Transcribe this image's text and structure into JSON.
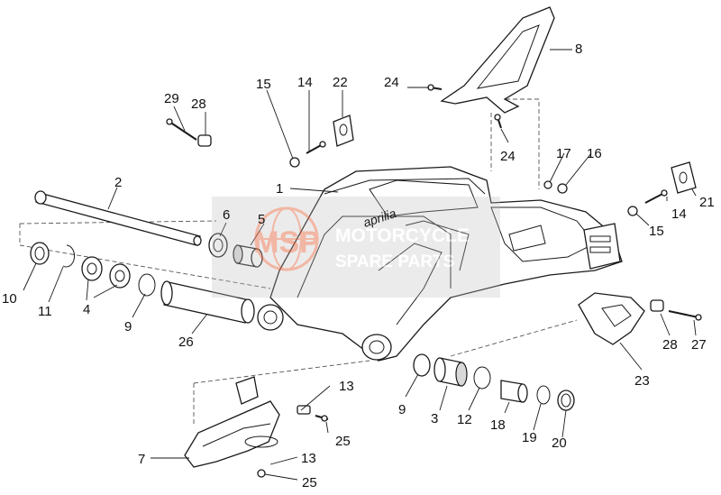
{
  "labels": {
    "l1": "1",
    "l2": "2",
    "l4": "4",
    "l5": "5",
    "l6": "6",
    "l7": "7",
    "l8": "8",
    "l9a": "9",
    "l9b": "9",
    "l10": "10",
    "l11": "11",
    "l12": "12",
    "l13a": "13",
    "l13b": "13",
    "l14a": "14",
    "l14b": "14",
    "l15a": "15",
    "l15b": "15",
    "l16": "16",
    "l17": "17",
    "l18": "18",
    "l19": "19",
    "l20": "20",
    "l21": "21",
    "l22": "22",
    "l23": "23",
    "l24a": "24",
    "l24b": "24",
    "l25a": "25",
    "l25b": "25",
    "l26": "26",
    "l27": "27",
    "l28a": "28",
    "l28b": "28",
    "l29": "29",
    "l3": "3"
  },
  "watermark": {
    "brand": "MSP",
    "line1": "MOTORCYCLE",
    "line2": "SPARE PARTS",
    "logo_text": "aprilia",
    "color": "#e87b5a"
  }
}
